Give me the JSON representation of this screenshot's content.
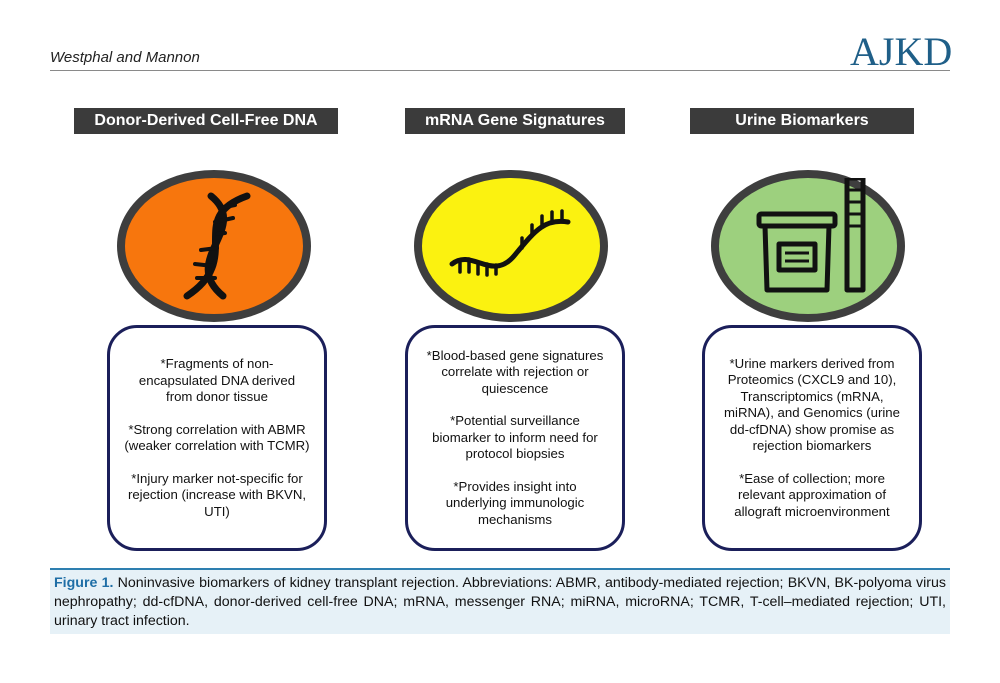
{
  "header": {
    "authors": "Westphal and Mannon",
    "journal_logo": "AJKD"
  },
  "columns": [
    {
      "title": "Donor-Derived Cell-Free DNA",
      "circle_color": "#f7760d",
      "icon": "dna-helix-icon",
      "points": [
        "*Fragments of non-encapsulated DNA derived from donor tissue",
        "*Strong correlation with ABMR (weaker correlation with TCMR)",
        "*Injury marker not-specific for rejection (increase with BKVN, UTI)"
      ]
    },
    {
      "title": "mRNA Gene Signatures",
      "circle_color": "#fbf210",
      "icon": "mrna-strand-icon",
      "points": [
        "*Blood-based gene signatures correlate with rejection or quiescence",
        "*Potential surveillance biomarker to inform need for protocol biopsies",
        "*Provides insight into underlying immunologic mechanisms"
      ]
    },
    {
      "title": "Urine Biomarkers",
      "circle_color": "#9dd07e",
      "icon": "urine-cup-dipstick-icon",
      "points": [
        "*Urine markers derived from Proteomics (CXCL9 and 10), Transcriptomics (mRNA, miRNA), and Genomics (urine dd-cfDNA) show promise as rejection biomarkers",
        "*Ease of collection; more relevant approximation of allograft microenvironment"
      ]
    }
  ],
  "caption": {
    "label": "Figure 1.",
    "text": " Noninvasive biomarkers of kidney transplant rejection. Abbreviations: ABMR, antibody-mediated rejection; BKVN, BK-polyoma virus nephropathy; dd-cfDNA, donor-derived cell-free DNA; mRNA, messenger RNA; miRNA, microRNA; TCMR, T-cell–mediated rejection; UTI, urinary tract infection."
  },
  "colors": {
    "title_bg": "#3b3b3b",
    "box_border": "#1b1f5a",
    "caption_bg": "#e6f1f7",
    "accent": "#1e6ea6"
  }
}
